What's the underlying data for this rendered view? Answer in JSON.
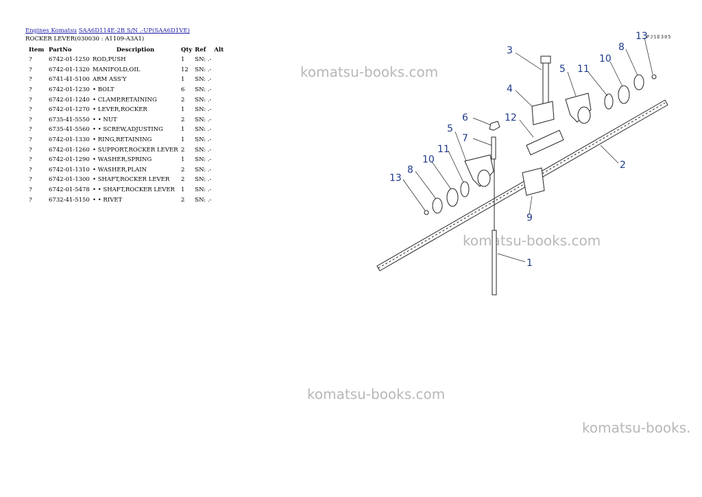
{
  "breadcrumb": {
    "link1": "Engines Komatsu",
    "link2": "SAA6D114E-2B S/N .-UP(SAA6D1VE)"
  },
  "page_title": "ROCKER LEVER(030030 : A1109-A3A1)",
  "table": {
    "headers": {
      "item": "Item",
      "partno": "PartNo",
      "description": "Description",
      "qty": "Qty",
      "ref": "Ref",
      "alt": "Alt"
    },
    "rows": [
      {
        "item": "?",
        "partno": "6742-01-1250",
        "description": "ROD,PUSH",
        "qty": "1",
        "ref": "SN: .-",
        "alt": ""
      },
      {
        "item": "?",
        "partno": "6742-01-1320",
        "description": "MANIFOLD,OIL",
        "qty": "12",
        "ref": "SN: .-",
        "alt": ""
      },
      {
        "item": "?",
        "partno": "6741-41-5100",
        "description": "ARM ASS'Y",
        "qty": "1",
        "ref": "SN: .-",
        "alt": ""
      },
      {
        "item": "?",
        "partno": "6742-01-1230",
        "description": "• BOLT",
        "qty": "6",
        "ref": "SN: .-",
        "alt": ""
      },
      {
        "item": "?",
        "partno": "6742-01-1240",
        "description": "• CLAMP,RETAINING",
        "qty": "2",
        "ref": "SN: .-",
        "alt": ""
      },
      {
        "item": "?",
        "partno": "6742-01-1270",
        "description": "• LEVER,ROCKER",
        "qty": "1",
        "ref": "SN: .-",
        "alt": ""
      },
      {
        "item": "?",
        "partno": "6735-41-5550",
        "description": "• • NUT",
        "qty": "2",
        "ref": "SN: .-",
        "alt": ""
      },
      {
        "item": "?",
        "partno": "6735-41-5560",
        "description": "• • SCREW,ADJUSTING",
        "qty": "1",
        "ref": "SN: .-",
        "alt": ""
      },
      {
        "item": "?",
        "partno": "6742-01-1330",
        "description": "• RING,RETAINING",
        "qty": "1",
        "ref": "SN: .-",
        "alt": ""
      },
      {
        "item": "?",
        "partno": "6742-01-1260",
        "description": "• SUPPORT,ROCKER LEVER",
        "qty": "2",
        "ref": "SN: .-",
        "alt": ""
      },
      {
        "item": "?",
        "partno": "6742-01-1290",
        "description": "• WASHER,SPRING",
        "qty": "1",
        "ref": "SN: .-",
        "alt": ""
      },
      {
        "item": "?",
        "partno": "6742-01-1310",
        "description": "• WASHER,PLAIN",
        "qty": "2",
        "ref": "SN: .-",
        "alt": ""
      },
      {
        "item": "?",
        "partno": "6742-01-1300",
        "description": "• SHAFT,ROCKER LEVER",
        "qty": "2",
        "ref": "SN: .-",
        "alt": ""
      },
      {
        "item": "?",
        "partno": "6742-01-5478",
        "description": "• • SHAFT,ROCKER LEVER",
        "qty": "1",
        "ref": "SN: .-",
        "alt": ""
      },
      {
        "item": "?",
        "partno": "6732-41-5150",
        "description": "• • RIVET",
        "qty": "2",
        "ref": "SN: .-",
        "alt": ""
      }
    ]
  },
  "watermarks": [
    "komatsu-books.com",
    "komatsu-books.com",
    "komatsu-books.com",
    "komatsu-books."
  ],
  "diagram": {
    "drawing_code": "PJSE305",
    "callouts": [
      "1",
      "2",
      "3",
      "4",
      "5",
      "5",
      "6",
      "7",
      "8",
      "8",
      "9",
      "10",
      "10",
      "11",
      "11",
      "12",
      "13",
      "13"
    ],
    "colors": {
      "callout": "#1f3a8a",
      "line": "#222222"
    }
  }
}
